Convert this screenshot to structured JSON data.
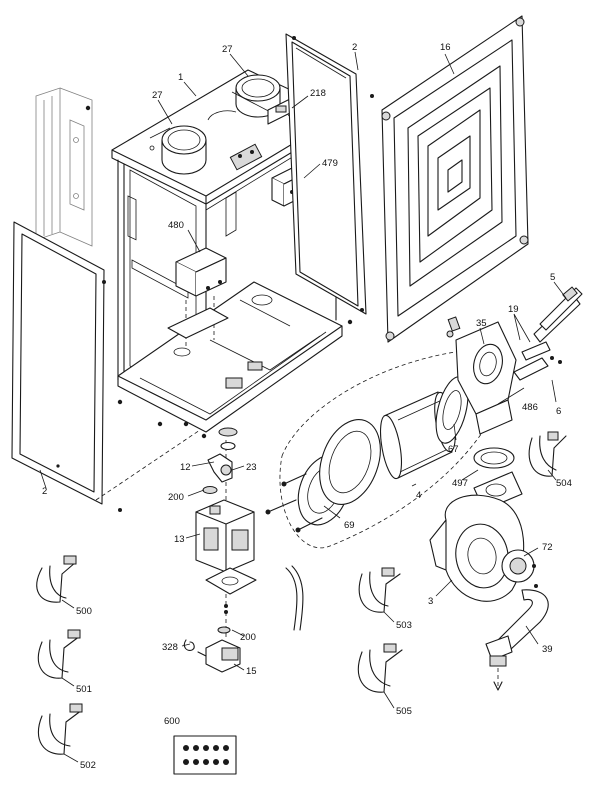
{
  "diagram": {
    "part_labels": {
      "p1": "1",
      "p2_top": "2",
      "p2_left": "2",
      "p16": "16",
      "p27_a": "27",
      "p27_b": "27",
      "p218": "218",
      "p479": "479",
      "p480": "480",
      "p5": "5",
      "p19": "19",
      "p35": "35",
      "p486": "486",
      "p6": "6",
      "p67": "67",
      "p497": "497",
      "p4": "4",
      "p504": "504",
      "p12": "12",
      "p23": "23",
      "p200_a": "200",
      "p200_b": "200",
      "p13": "13",
      "p69": "69",
      "p72": "72",
      "p3": "3",
      "p39": "39",
      "p328": "328",
      "p15": "15",
      "p500": "500",
      "p501": "501",
      "p502": "502",
      "p503": "503",
      "p505": "505",
      "p600": "600"
    }
  }
}
